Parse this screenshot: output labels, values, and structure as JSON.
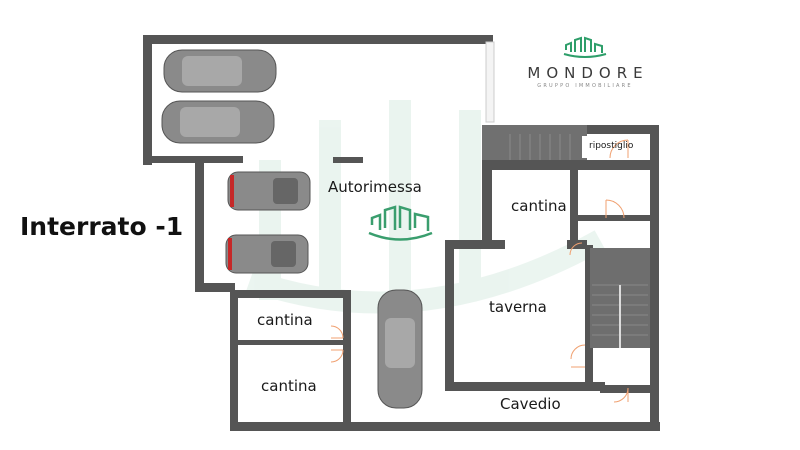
{
  "floor_title": "Interrato -1",
  "brand": {
    "name": "MONDORE",
    "subtitle": "GRUPPO IMMOBILIARE",
    "accent_color": "#2e9e6a"
  },
  "rooms": [
    {
      "id": "autorimessa",
      "label": "Autorimessa"
    },
    {
      "id": "cantina-top-right",
      "label": "cantina"
    },
    {
      "id": "ripostiglio",
      "label": "ripostiglio"
    },
    {
      "id": "taverna",
      "label": "taverna"
    },
    {
      "id": "cantina-left-upper",
      "label": "cantina"
    },
    {
      "id": "cantina-left-lower",
      "label": "cantina"
    },
    {
      "id": "cavedio",
      "label": "Cavedio"
    }
  ],
  "colors": {
    "wall": "#555555",
    "door": "#f0a070",
    "car_body": "#8a8a8a",
    "stairs": "#6a6a6a"
  }
}
